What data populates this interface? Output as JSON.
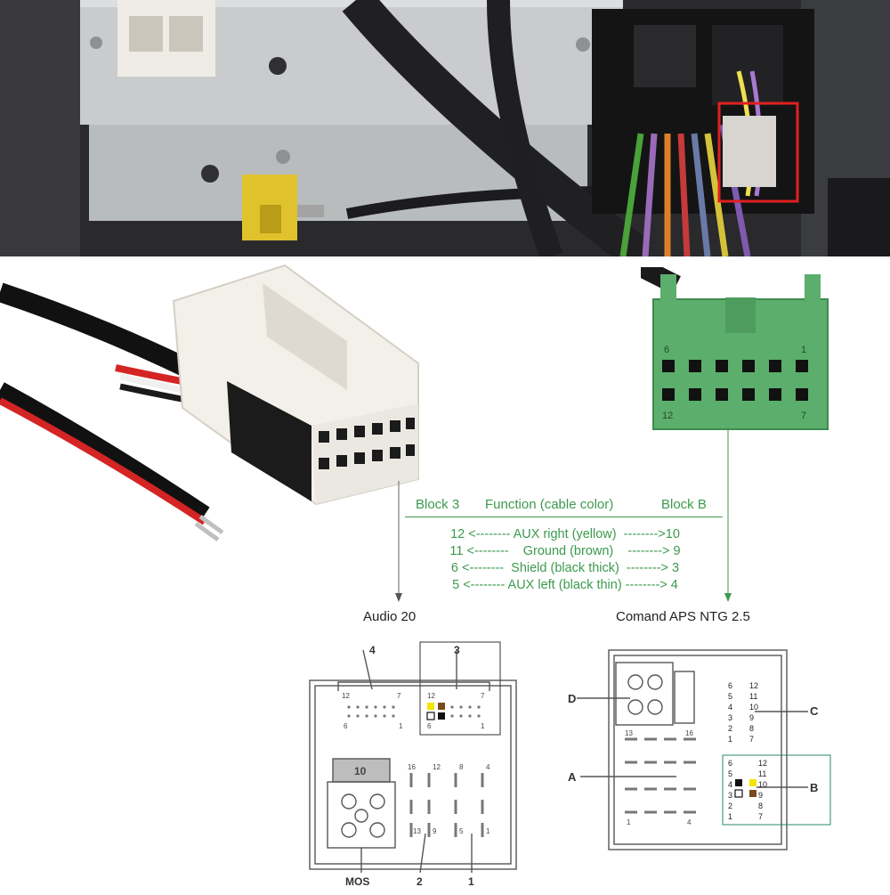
{
  "colors": {
    "accent_green": "#3d9a4e",
    "connector_green": "#5cae6c",
    "aux_right_yellow": "#f5e400",
    "ground_brown": "#7a4a1c",
    "shield_black": "#111111"
  },
  "table": {
    "headers": [
      "Block 3",
      "Function (cable color)",
      "Block B"
    ],
    "rows": [
      "12 <-------- AUX right (yellow)  -------->10",
      "11 <--------    Ground (brown)    --------> 9",
      "6 <--------  Shield (black thick)  --------> 3",
      "5 <-------- AUX left (black thin) --------> 4"
    ]
  },
  "captions": {
    "left": "Audio 20",
    "right": "Comand APS NTG 2.5"
  },
  "green_connector": {
    "labels": [
      "6",
      "1",
      "12",
      "7"
    ]
  },
  "audio20": {
    "block_labels": [
      "4",
      "3",
      "MOS",
      "2",
      "1"
    ],
    "small_numbers": [
      "12",
      "7",
      "6",
      "1",
      "12",
      "7",
      "6",
      "1",
      "10",
      "16",
      "12",
      "8",
      "4",
      "13",
      "9",
      "5",
      "1"
    ]
  },
  "ntg": {
    "block_labels": [
      "D",
      "C",
      "A",
      "B"
    ],
    "small_numbers": [
      "13",
      "16",
      "1",
      "4"
    ],
    "pins_c": [
      "6",
      "12",
      "5",
      "11",
      "4",
      "10",
      "3",
      "9",
      "2",
      "8",
      "1",
      "7"
    ],
    "pins_b": [
      "6",
      "12",
      "5",
      "11",
      "4",
      "10",
      "3",
      "9",
      "2",
      "8",
      "1",
      "7"
    ]
  }
}
